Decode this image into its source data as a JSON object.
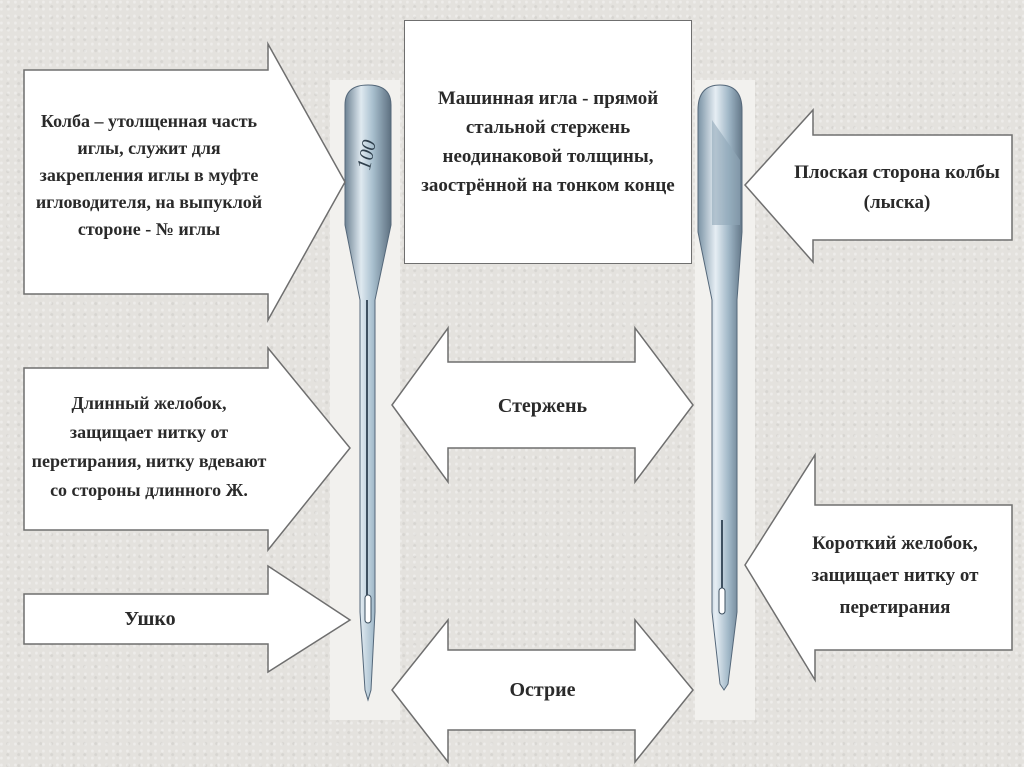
{
  "title_box": "Машинная игла - прямой стальной стержень неодинаковой толщины, заострённой на тонком конце",
  "labels": {
    "bulb": "Колба – утолщенная часть иглы, служит для закрепления иглы в муфте игловодителя, на выпуклой стороне - № иглы",
    "long_groove": "Длинный желобок, защищает нитку от перетирания, нитку вдевают со стороны длинного Ж.",
    "eye": "Ушко",
    "shaft": "Стержень",
    "point": "Острие",
    "flat_side": "Плоская сторона колбы (лыска)",
    "short_groove": "Короткий желобок, защищает нитку от перетирания"
  },
  "needle_number": "100",
  "colors": {
    "arrow_fill": "#ffffff",
    "arrow_stroke": "#6f6f6f",
    "needle_steel": "#9fb7c8",
    "needle_dark": "#5f7384",
    "needle_light": "#dfe9f0"
  }
}
